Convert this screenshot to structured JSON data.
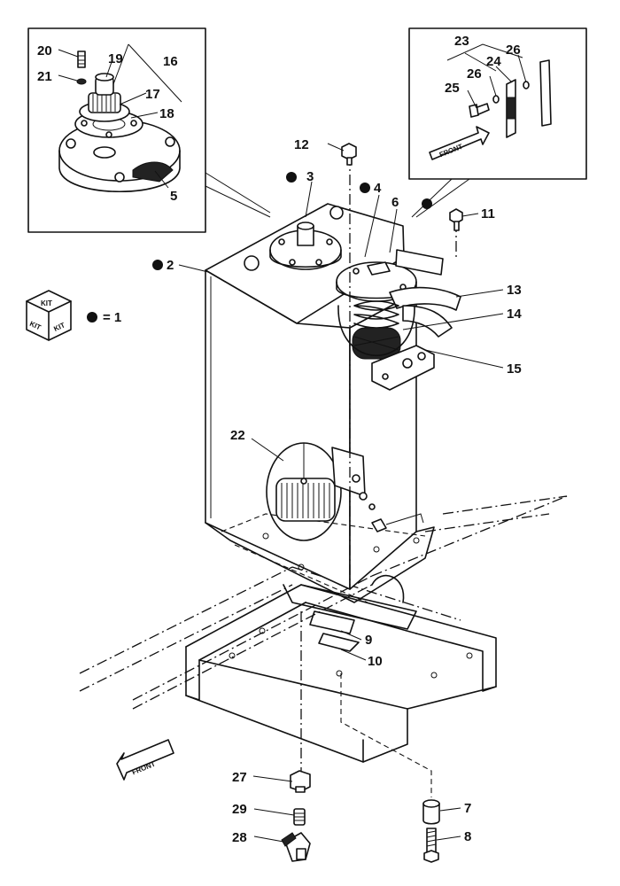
{
  "legend": {
    "kit_text": "KIT",
    "equals_label": "= 1"
  },
  "front_labels": {
    "inset": "FRONT",
    "main": "FRONT"
  },
  "callouts": {
    "p1": "2",
    "p2": "3",
    "p3": "4",
    "p4": "5",
    "p5": "6",
    "p6": "7",
    "p7": "8",
    "p8": "9",
    "p9": "10",
    "p10": "11",
    "p11": "12",
    "p12": "13",
    "p13": "14",
    "p14": "15",
    "p15": "16",
    "p16": "17",
    "p17": "18",
    "p18": "19",
    "p19": "20",
    "p20": "21",
    "p21": "22",
    "p22": "23",
    "p23": "24",
    "p24": "25",
    "p25": "26",
    "p26": "26",
    "p27": "27",
    "p28": "28",
    "p29": "29"
  }
}
